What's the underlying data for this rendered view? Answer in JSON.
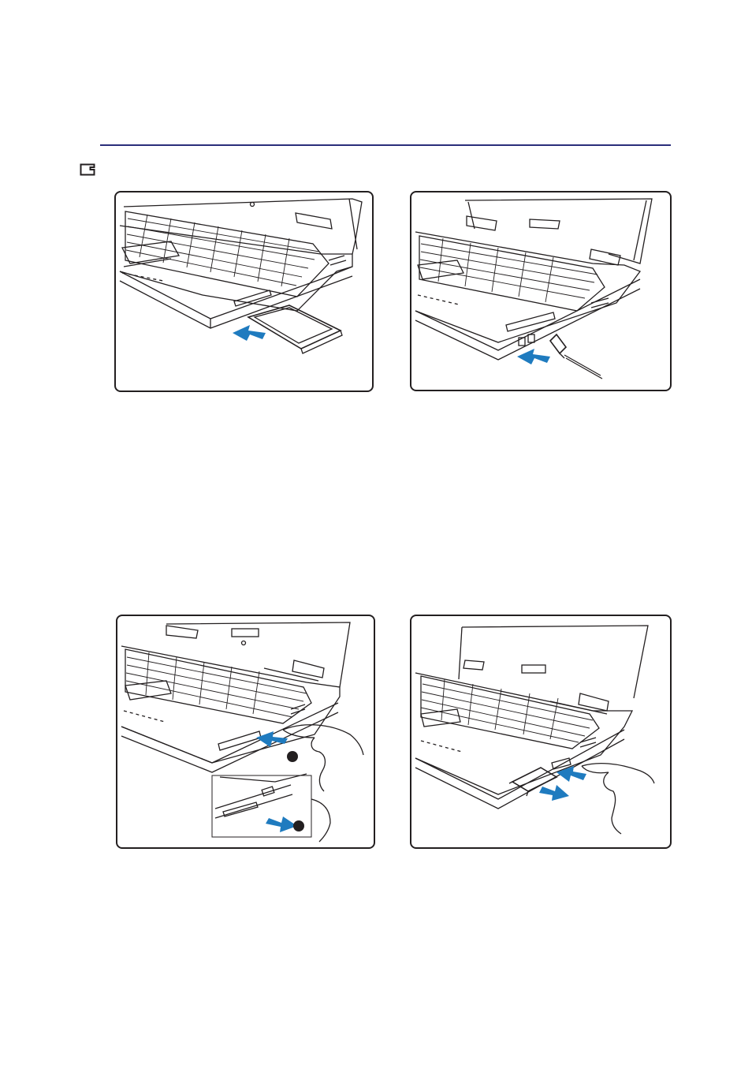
{
  "page": {
    "rule_color": "#2a2e7a",
    "arrow_color": "#1f7bbf"
  },
  "note": {
    "icon": "note-card-icon"
  },
  "figures": [
    {
      "id": "insert-pc-card",
      "icon": "laptop-illustration",
      "callouts": []
    },
    {
      "id": "connect-cable",
      "icon": "laptop-illustration",
      "callouts": []
    },
    {
      "id": "press-eject-button",
      "icon": "laptop-illustration",
      "callouts": []
    },
    {
      "id": "remove-pc-card",
      "icon": "laptop-illustration",
      "callouts": []
    }
  ]
}
